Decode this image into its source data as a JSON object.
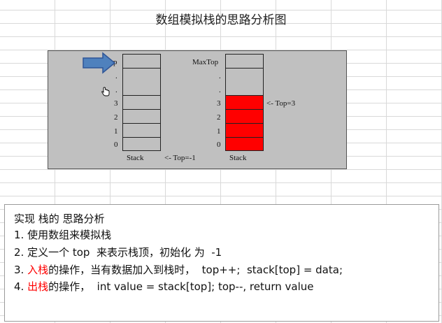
{
  "title": "数组模拟栈的思路分析图",
  "diagram": {
    "left_stack": {
      "labels": [
        "p",
        ".",
        ".",
        "3",
        "2",
        "1",
        "0"
      ],
      "caption": "Stack",
      "pointer_label": "<- Top=-1"
    },
    "right_stack": {
      "labels": [
        "MaxTop",
        ".",
        ".",
        "3",
        "2",
        "1",
        "0"
      ],
      "caption": "Stack",
      "pointer_label": "<- Top=3",
      "filled_indices": [
        0,
        1,
        2,
        3
      ]
    },
    "colors": {
      "filled": "#ff0000",
      "arrow": "#4f81bd",
      "background": "#c0c0c0"
    },
    "icons": [
      "arrow-right-icon",
      "hand-cursor-icon"
    ]
  },
  "notes": {
    "heading": "实现 栈的 思路分析",
    "items": [
      {
        "pre": "1. 使用数组来模拟栈",
        "red": "",
        "post": ""
      },
      {
        "pre": "2. 定义一个 top  来表示栈顶，初始化 为  -1",
        "red": "",
        "post": ""
      },
      {
        "pre": "3. ",
        "red": "入栈",
        "post": "的操作，当有数据加入到栈时，  top++;  stack[top] = data;"
      },
      {
        "pre": "4. ",
        "red": "出栈",
        "post": "的操作，  int value = stack[top]; top--, return value"
      }
    ]
  }
}
